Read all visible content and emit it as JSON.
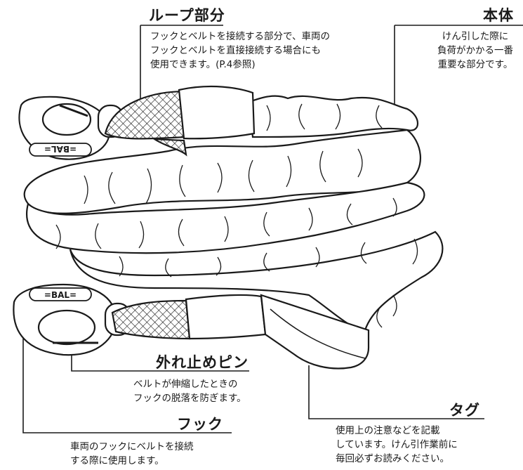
{
  "brand_mark": "=BAL=",
  "callouts": {
    "loop": {
      "title": "ループ部分",
      "text": "フックとベルトを接続する部分で、車両の\nフックとベルトを直接接続する場合にも\n使用できます。(P.4参照)"
    },
    "body": {
      "title": "本体",
      "text": "けん引した際に\n負荷がかかる一番\n重要な部分です。"
    },
    "pin": {
      "title": "外れ止めピン",
      "text": "ベルトが伸縮したときの\nフックの脱落を防ぎます。"
    },
    "tag": {
      "title": "タグ",
      "text": "使用上の注意などを記載\nしています。けん引作業前に\n毎回必ずお読みください。"
    },
    "hook": {
      "title": "フック",
      "text": "車両のフックにベルトを接続\nする際に使用します。"
    }
  },
  "colors": {
    "line": "#1a1a1a",
    "fill": "#ffffff"
  }
}
